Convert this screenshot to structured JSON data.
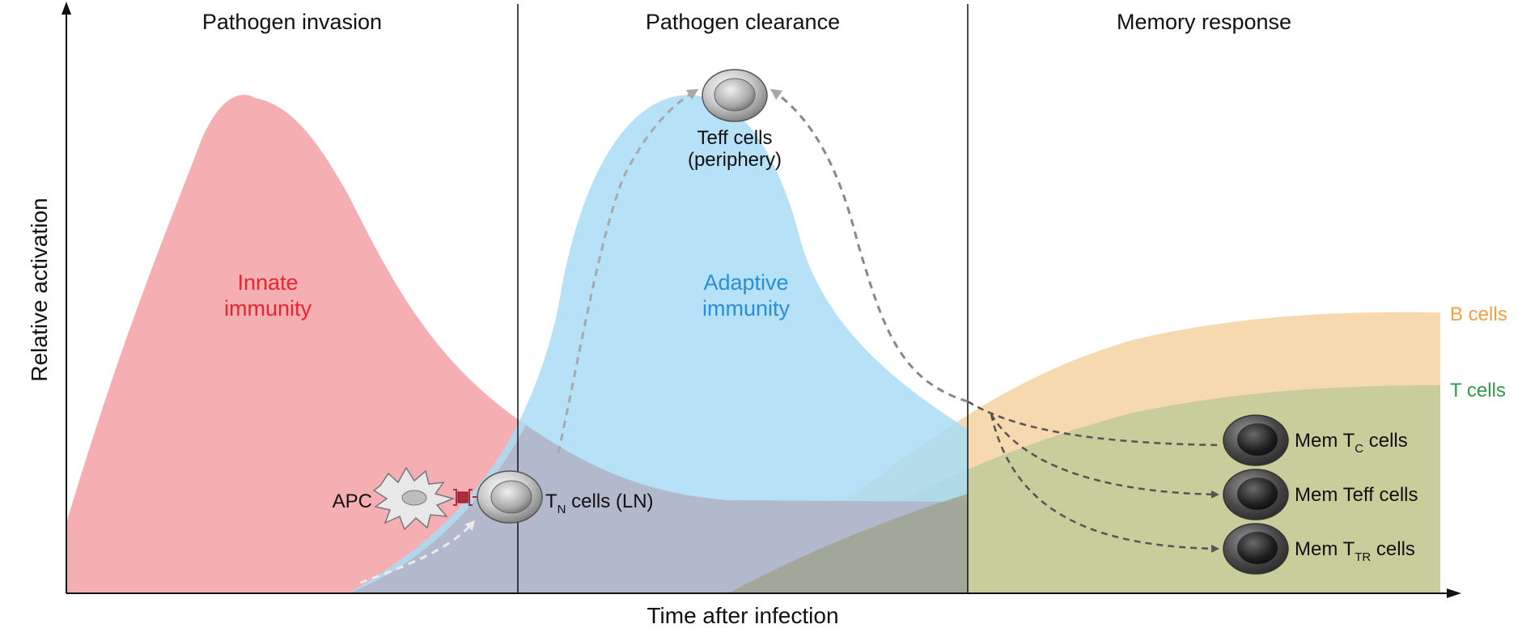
{
  "phases": [
    "Pathogen invasion",
    "Pathogen clearance",
    "Memory response"
  ],
  "axes": {
    "y_label": "Relative activation",
    "x_label": "Time after infection"
  },
  "curves": {
    "innate": [
      "Innate",
      "immunity"
    ],
    "adaptive": [
      "Adaptive",
      "immunity"
    ],
    "b_cells": "B cells",
    "t_cells": "T cells"
  },
  "cells": {
    "apc": "APC",
    "tn_main": "T",
    "tn_sub": "N",
    "tn_rest": " cells (LN)",
    "teff": [
      "Teff cells",
      "(periphery)"
    ],
    "mem_tc_pre": "Mem T",
    "mem_tc_sub": "C",
    "mem_tc_post": " cells",
    "mem_teff": "Mem Teff cells",
    "mem_ttr_pre": "Mem T",
    "mem_ttr_sub": "TR",
    "mem_ttr_post": " cells"
  },
  "colors": {
    "innate_fill": "#f4a7ab",
    "innate_text": "#e8262f",
    "adaptive_fill": "#a9dcf4",
    "adaptive_text": "#2a8fd6",
    "b_fill": "#f7d9b0",
    "b_text": "#f0a040",
    "t_fill": "#c5cc9a",
    "t_text": "#2e9a4a",
    "overlap_fill": "#b3b6c9"
  }
}
